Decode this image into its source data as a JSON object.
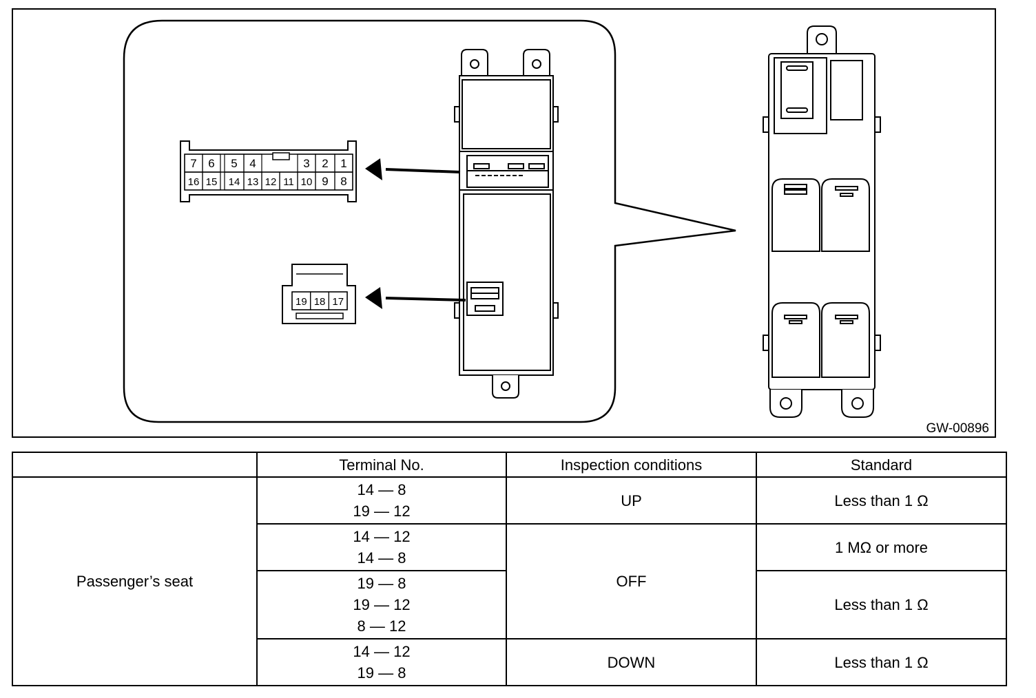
{
  "figure": {
    "code": "GW-00896",
    "connector_a_pins": [
      "7",
      "6",
      "5",
      "4",
      "3",
      "2",
      "1",
      "16",
      "15",
      "14",
      "13",
      "12",
      "11",
      "10",
      "9",
      "8"
    ],
    "connector_b_pins": [
      "19",
      "18",
      "17"
    ]
  },
  "table": {
    "headers": [
      "",
      "Terminal No.",
      "Inspection conditions",
      "Standard"
    ],
    "row_label": "Passenger’s seat",
    "groups": [
      {
        "terminals": [
          "14 — 8",
          "19 — 12"
        ],
        "condition": "UP",
        "standard": "Less than 1 Ω"
      },
      {
        "terminals": [
          "14 — 12",
          "14 — 8"
        ],
        "condition": "OFF",
        "standard": "1 MΩ or more"
      },
      {
        "terminals": [
          "19 — 8",
          "19 — 12",
          "8 — 12"
        ],
        "condition": "OFF",
        "standard": "Less than 1 Ω"
      },
      {
        "terminals": [
          "14 — 12",
          "19 — 8"
        ],
        "condition": "DOWN",
        "standard": "Less than 1 Ω"
      }
    ]
  }
}
